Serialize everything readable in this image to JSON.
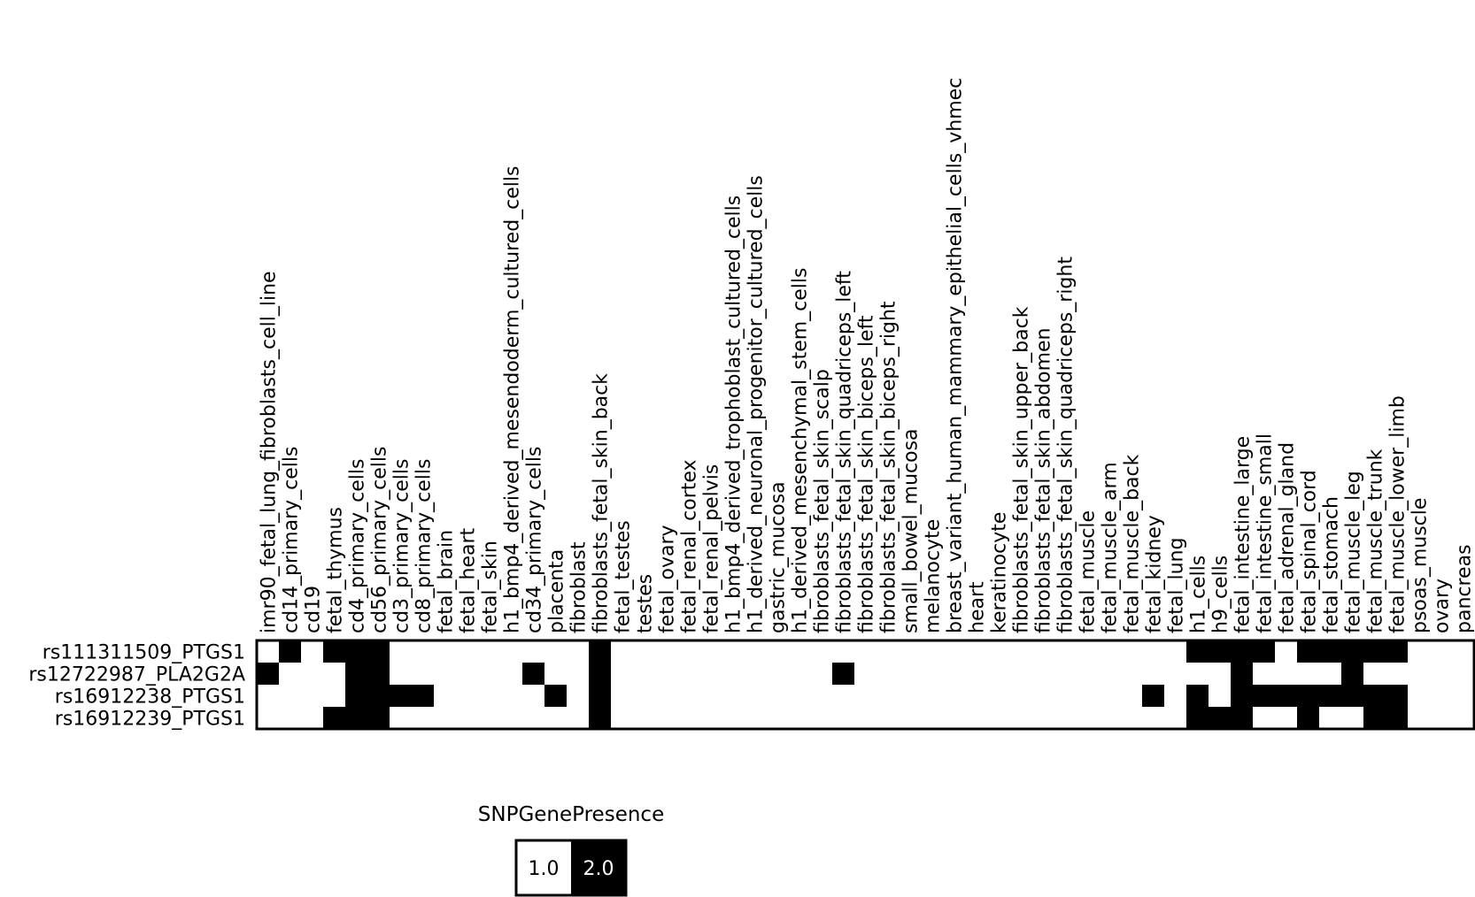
{
  "chart_data": {
    "type": "heatmap",
    "columns": [
      "imr90_fetal_lung_fibroblasts_cell_line",
      "cd14_primary_cells",
      "cd19",
      "fetal_thymus",
      "cd4_primary_cells",
      "cd56_primary_cells",
      "cd3_primary_cells",
      "cd8_primary_cells",
      "fetal_brain",
      "fetal_heart",
      "fetal_skin",
      "h1_bmp4_derived_mesendoderm_cultured_cells",
      "cd34_primary_cells",
      "placenta",
      "fibroblast",
      "fibroblasts_fetal_skin_back",
      "fetal_testes",
      "testes",
      "fetal_ovary",
      "fetal_renal_cortex",
      "fetal_renal_pelvis",
      "h1_bmp4_derived_trophoblast_cultured_cells",
      "h1_derived_neuronal_progenitor_cultured_cells",
      "gastric_mucosa",
      "h1_derived_mesenchymal_stem_cells",
      "fibroblasts_fetal_skin_scalp",
      "fibroblasts_fetal_skin_quadriceps_left",
      "fibroblasts_fetal_skin_biceps_left",
      "fibroblasts_fetal_skin_biceps_right",
      "small_bowel_mucosa",
      "melanocyte",
      "breast_variant_human_mammary_epithelial_cells_vhmec",
      "heart",
      "keratinocyte",
      "fibroblasts_fetal_skin_upper_back",
      "fibroblasts_fetal_skin_abdomen",
      "fibroblasts_fetal_skin_quadriceps_right",
      "fetal_muscle",
      "fetal_muscle_arm",
      "fetal_muscle_back",
      "fetal_kidney",
      "fetal_lung",
      "h1_cells",
      "h9_cells",
      "fetal_intestine_large",
      "fetal_intestine_small",
      "fetal_adrenal_gland",
      "fetal_spinal_cord",
      "fetal_stomach",
      "fetal_muscle_leg",
      "fetal_muscle_trunk",
      "fetal_muscle_lower_limb",
      "psoas_muscle",
      "ovary",
      "pancreas"
    ],
    "rows": [
      "rs111311509_PTGS1",
      "rs12722987_PLA2G2A",
      "rs16912238_PTGS1",
      "rs16912239_PTGS1"
    ],
    "values": [
      [
        1,
        2,
        1,
        2,
        2,
        2,
        1,
        1,
        1,
        1,
        1,
        1,
        1,
        1,
        1,
        2,
        1,
        1,
        1,
        1,
        1,
        1,
        1,
        1,
        1,
        1,
        1,
        1,
        1,
        1,
        1,
        1,
        1,
        1,
        1,
        1,
        1,
        1,
        1,
        1,
        1,
        1,
        2,
        2,
        2,
        2,
        1,
        2,
        2,
        2,
        2,
        2,
        1,
        1,
        1
      ],
      [
        2,
        1,
        1,
        1,
        2,
        2,
        1,
        1,
        1,
        1,
        1,
        1,
        2,
        1,
        1,
        2,
        1,
        1,
        1,
        1,
        1,
        1,
        1,
        1,
        1,
        1,
        2,
        1,
        1,
        1,
        1,
        1,
        1,
        1,
        1,
        1,
        1,
        1,
        1,
        1,
        1,
        1,
        1,
        1,
        2,
        1,
        1,
        1,
        1,
        2,
        1,
        1,
        1,
        1,
        1
      ],
      [
        1,
        1,
        1,
        1,
        2,
        2,
        2,
        2,
        1,
        1,
        1,
        1,
        1,
        2,
        1,
        2,
        1,
        1,
        1,
        1,
        1,
        1,
        1,
        1,
        1,
        1,
        1,
        1,
        1,
        1,
        1,
        1,
        1,
        1,
        1,
        1,
        1,
        1,
        1,
        1,
        2,
        1,
        2,
        1,
        2,
        2,
        2,
        2,
        2,
        2,
        2,
        2,
        1,
        1,
        1
      ],
      [
        1,
        1,
        1,
        2,
        2,
        2,
        1,
        1,
        1,
        1,
        1,
        1,
        1,
        1,
        1,
        2,
        1,
        1,
        1,
        1,
        1,
        1,
        1,
        1,
        1,
        1,
        1,
        1,
        1,
        1,
        1,
        1,
        1,
        1,
        1,
        1,
        1,
        1,
        1,
        1,
        1,
        1,
        2,
        2,
        2,
        1,
        1,
        2,
        1,
        1,
        2,
        2,
        1,
        1,
        1
      ]
    ],
    "colors": {
      "1.0": "#ffffff",
      "2.0": "#000000"
    },
    "legend": {
      "title": "SNPGenePresence",
      "entries": [
        "1.0",
        "2.0"
      ],
      "placement": "bottom"
    }
  }
}
